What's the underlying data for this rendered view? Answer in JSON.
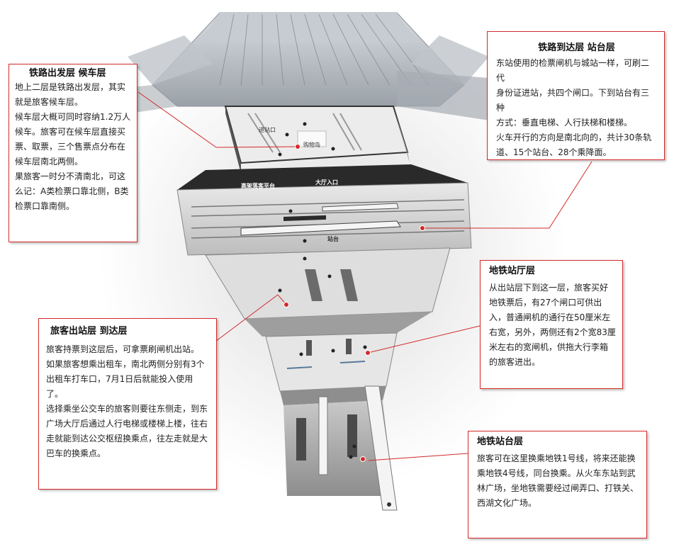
{
  "callouts": {
    "departure": {
      "title": "铁路出发层 候车层",
      "lines": [
        "地上二层是铁路出发层，其实",
        "就是旅客候车层。",
        "候车层大概可同时容纳1.2万人",
        "候车。旅客可在候车层直接买",
        "票、取票，三个售票点分布在",
        "候车层南北两侧。",
        "果旅客一时分不清南北，可这",
        "么记：A类检票口靠北侧，B类",
        "检票口靠南侧。"
      ]
    },
    "arrival_platform": {
      "title": "铁路到达层 站台层",
      "lines": [
        "东站使用的检票闸机与城站一样，可刷二代",
        "身份证进站，共四个闸口。下到站台有三种",
        "方式：垂直电梯、人行扶梯和楼梯。",
        "火车开行的方向是南北向的，共计30条轨",
        "道、15个站台、28个乘降面。"
      ]
    },
    "exit": {
      "title": "旅客出站层 到达层",
      "lines": [
        "旅客持票到这层后，可拿票刷闸机出站。",
        "如果旅客想乘出租车，南北两侧分别有3个",
        "出租车打车口，7月1日后就能投入使用",
        "了。",
        "选择乘坐公交车的旅客则要往东侧走，到东",
        "广场大厅后通过人行电梯或楼梯上楼，往右",
        "走就能到达公交枢纽换乘点，往左走就是大",
        "巴车的换乘点。"
      ]
    },
    "metro_hall": {
      "title": "地铁站厅层",
      "lines": [
        "从出站层下到这一层，旅客买好",
        "地铁票后，有27个闸口可供出",
        "入，普通闸机的通行在50厘米左",
        "右宽，另外，两侧还有2个宽83厘",
        "米左右的宽闸机，供拖大行李箱",
        "的旅客进出。"
      ]
    },
    "metro_platform": {
      "title": "地铁站台层",
      "lines": [
        "旅客可在这里换乘地铁1号线，将来还能换",
        "乘地铁4号线，同台换乘。从火车东站到武",
        "林广场，坐地铁需要经过闸弄口、打铁关、",
        "西湖文化广场。"
      ]
    }
  },
  "labels": {
    "entrance": "进站口",
    "shopping": "购物岛",
    "viaduct": "高架落客平台",
    "hall": "大厅入口",
    "platform": "站台"
  },
  "colors": {
    "accent": "#d42a2a"
  }
}
